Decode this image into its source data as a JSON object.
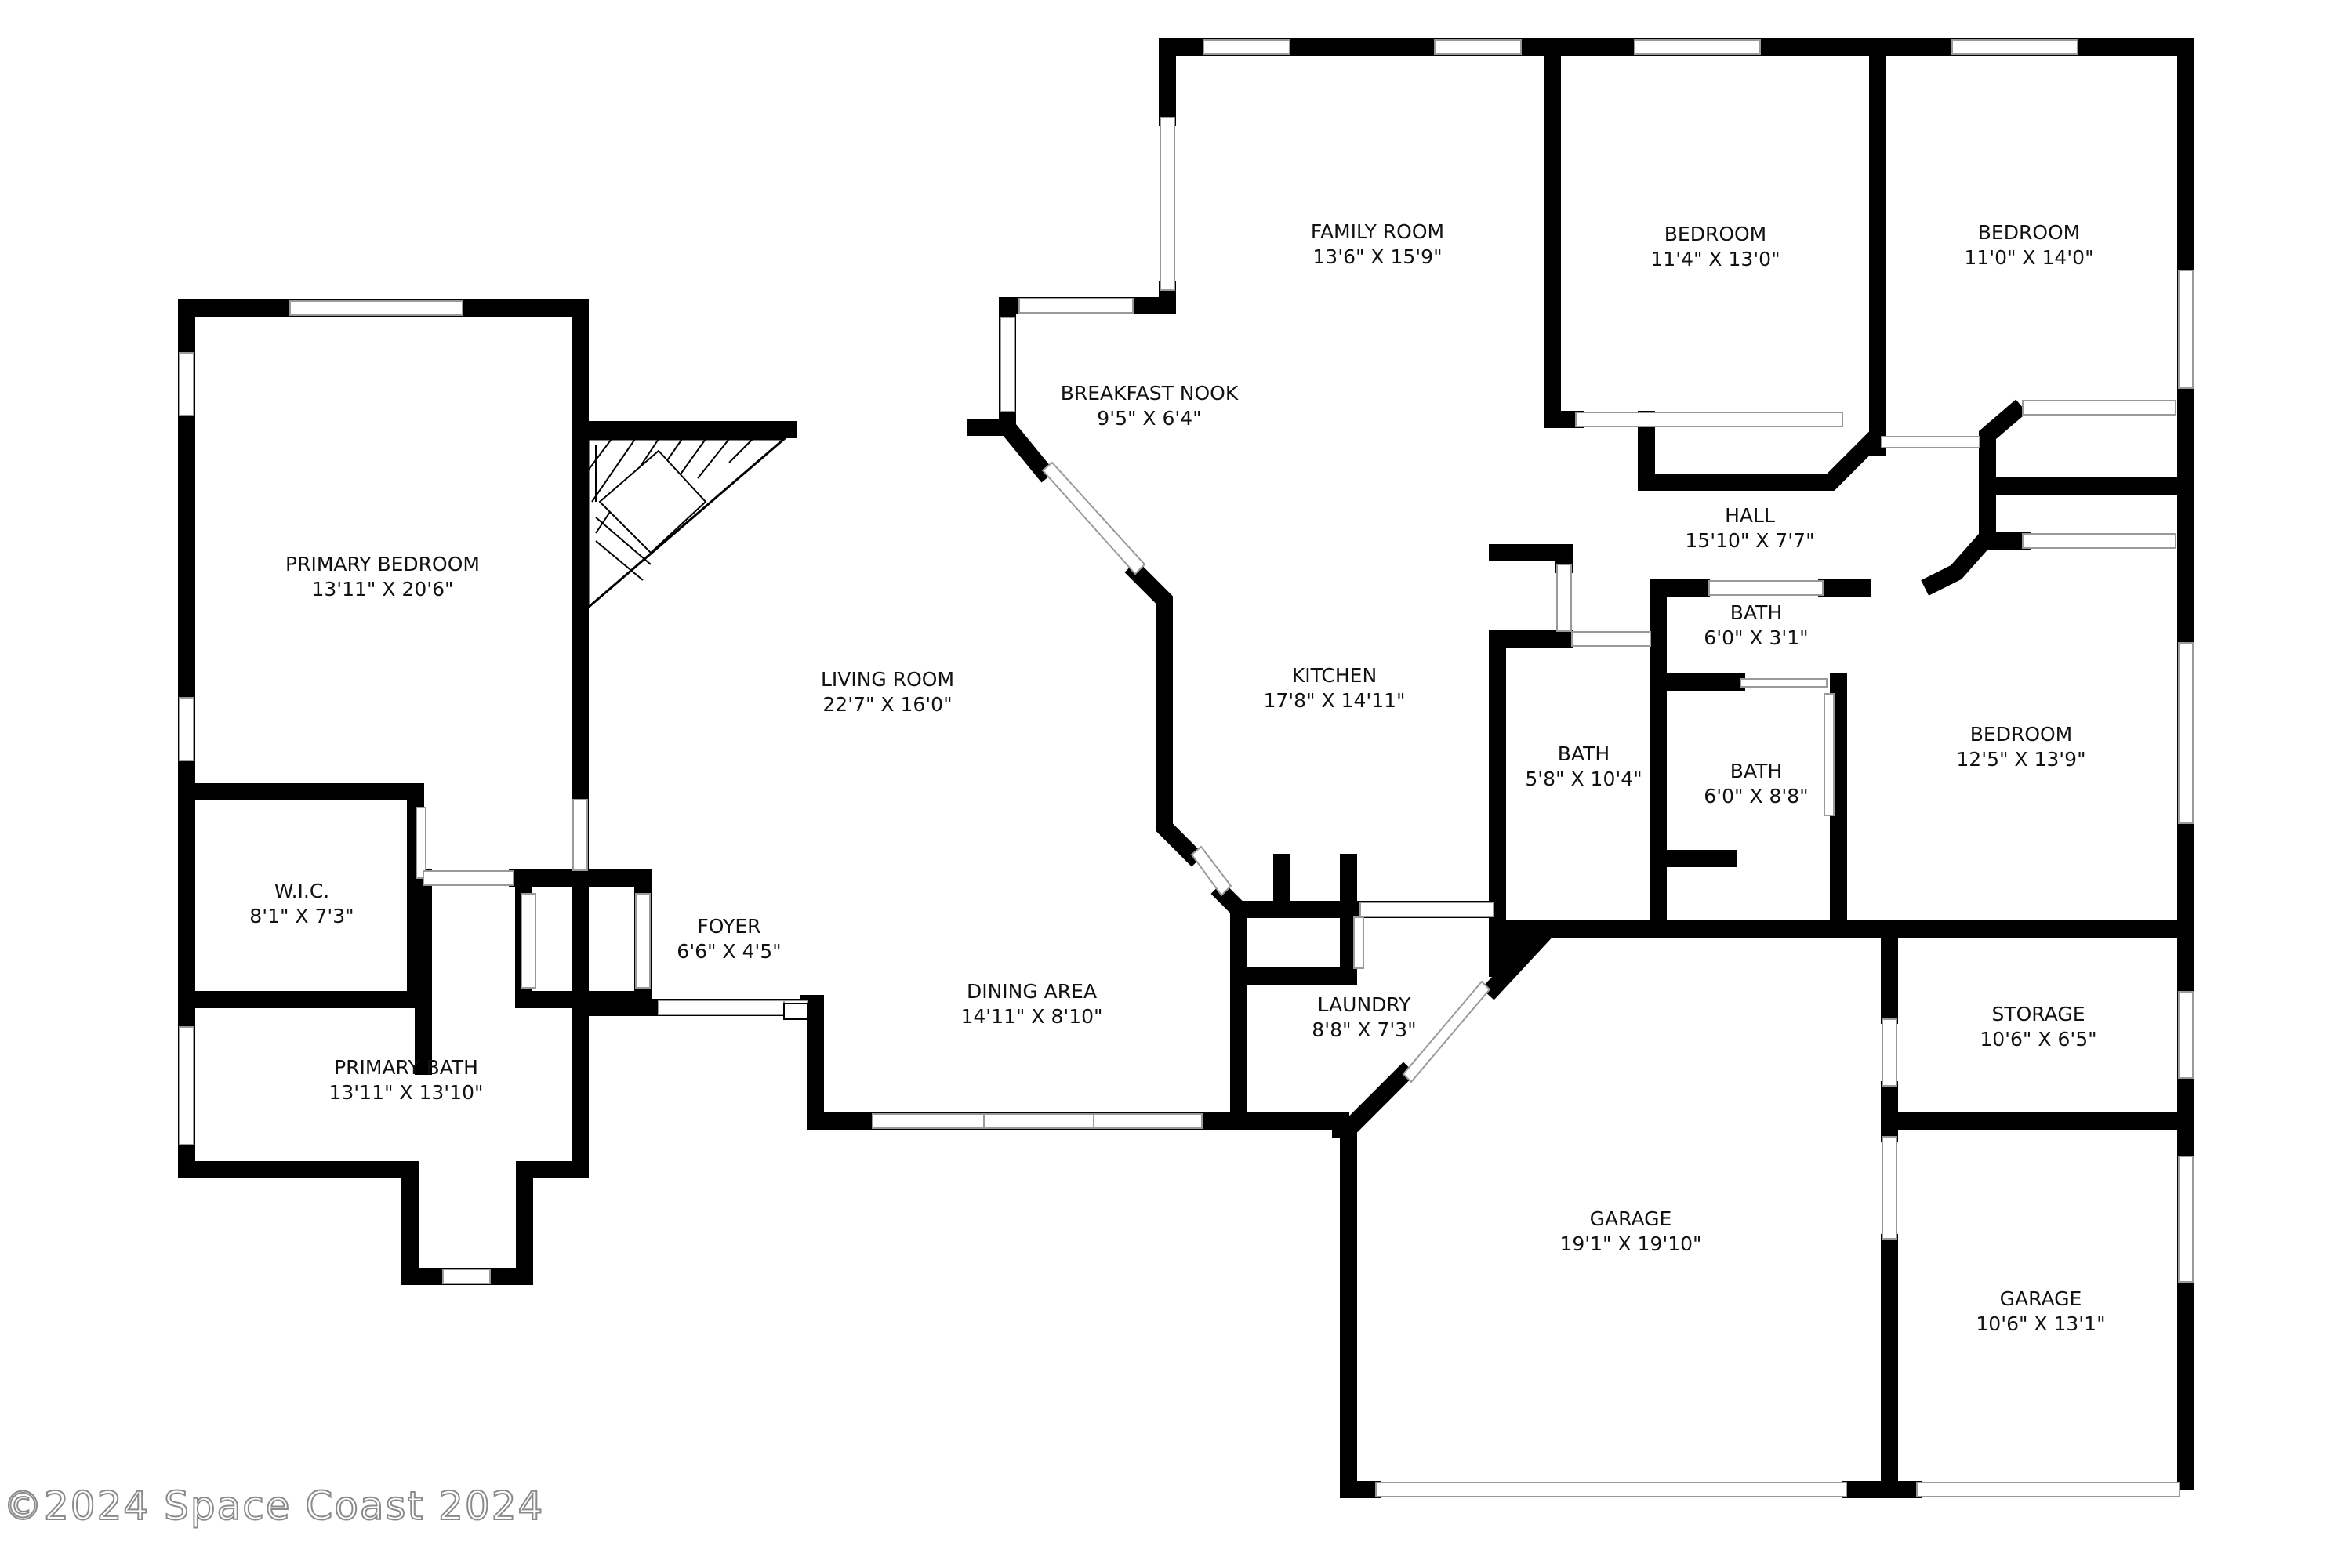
{
  "watermark": "©2024 Space Coast  2024",
  "rooms": {
    "family_room": {
      "name": "FAMILY ROOM",
      "dim": "13'6\" X 15'9\""
    },
    "bedroom_2": {
      "name": "BEDROOM",
      "dim": "11'4\" X 13'0\""
    },
    "bedroom_3": {
      "name": "BEDROOM",
      "dim": "11'0\" X 14'0\""
    },
    "breakfast_nook": {
      "name": "BREAKFAST NOOK",
      "dim": "9'5\" X 6'4\""
    },
    "hall": {
      "name": "HALL",
      "dim": "15'10\" X 7'7\""
    },
    "primary_bedroom": {
      "name": "PRIMARY BEDROOM",
      "dim": "13'11\" X 20'6\""
    },
    "living_room": {
      "name": "LIVING ROOM",
      "dim": "22'7\" X 16'0\""
    },
    "kitchen": {
      "name": "KITCHEN",
      "dim": "17'8\" X 14'11\""
    },
    "bath_small": {
      "name": "BATH",
      "dim": "6'0\" X 3'1\""
    },
    "bath_hall": {
      "name": "BATH",
      "dim": "5'8\" X 10'4\""
    },
    "bath_mid": {
      "name": "BATH",
      "dim": "6'0\" X 8'8\""
    },
    "bedroom_4": {
      "name": "BEDROOM",
      "dim": "12'5\" X 13'9\""
    },
    "wic": {
      "name": "W.I.C.",
      "dim": "8'1\" X 7'3\""
    },
    "foyer": {
      "name": "FOYER",
      "dim": "6'6\" X 4'5\""
    },
    "dining_area": {
      "name": "DINING AREA",
      "dim": "14'11\" X 8'10\""
    },
    "laundry": {
      "name": "LAUNDRY",
      "dim": "8'8\" X 7'3\""
    },
    "storage": {
      "name": "STORAGE",
      "dim": "10'6\" X 6'5\""
    },
    "primary_bath": {
      "name": "PRIMARY BATH",
      "dim": "13'11\" X 13'10\""
    },
    "garage_main": {
      "name": "GARAGE",
      "dim": "19'1\" X 19'10\""
    },
    "garage_small": {
      "name": "GARAGE",
      "dim": "10'6\" X 13'1\""
    }
  }
}
